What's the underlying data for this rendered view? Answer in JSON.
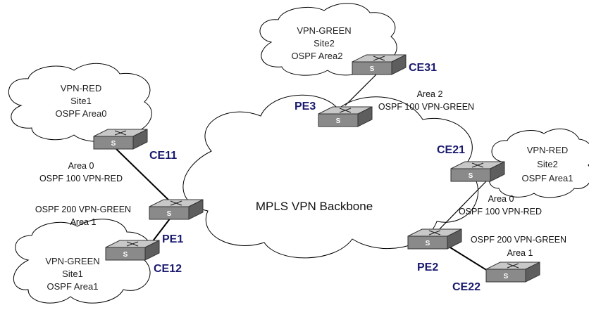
{
  "backbone": {
    "label": "MPLS VPN Backbone"
  },
  "sites": {
    "red1": {
      "lines": [
        "VPN-RED",
        "Site1",
        "OSPF Area0"
      ]
    },
    "green1": {
      "lines": [
        "VPN-GREEN",
        "Site1",
        "OSPF Area1"
      ]
    },
    "green2": {
      "lines": [
        "VPN-GREEN",
        "Site2",
        "OSPF Area2"
      ]
    },
    "red2": {
      "lines": [
        "VPN-RED",
        "Site2",
        "OSPF Area1"
      ]
    }
  },
  "nodes": {
    "pe1": "PE1",
    "pe2": "PE2",
    "pe3": "PE3",
    "ce11": "CE11",
    "ce12": "CE12",
    "ce21": "CE21",
    "ce22": "CE22",
    "ce31": "CE31"
  },
  "device_glyph": "S",
  "links": {
    "ce11_pe1": [
      "Area 0",
      "OSPF 100 VPN-RED"
    ],
    "pe1_ce12": [
      "OSPF 200 VPN-GREEN",
      "Area 1"
    ],
    "pe3_ce31": [
      "Area 2",
      "OSPF 100 VPN-GREEN"
    ],
    "pe2_ce21": [
      "Area 0",
      "OSPF 100 VPN-RED"
    ],
    "pe2_ce22": [
      "OSPF 200 VPN-GREEN",
      "Area 1"
    ]
  },
  "colors": {
    "device_top": "#c8c8c8",
    "device_front": "#8a8a8a",
    "device_side": "#5e5e5e",
    "node_label": "#1a1a6e"
  }
}
